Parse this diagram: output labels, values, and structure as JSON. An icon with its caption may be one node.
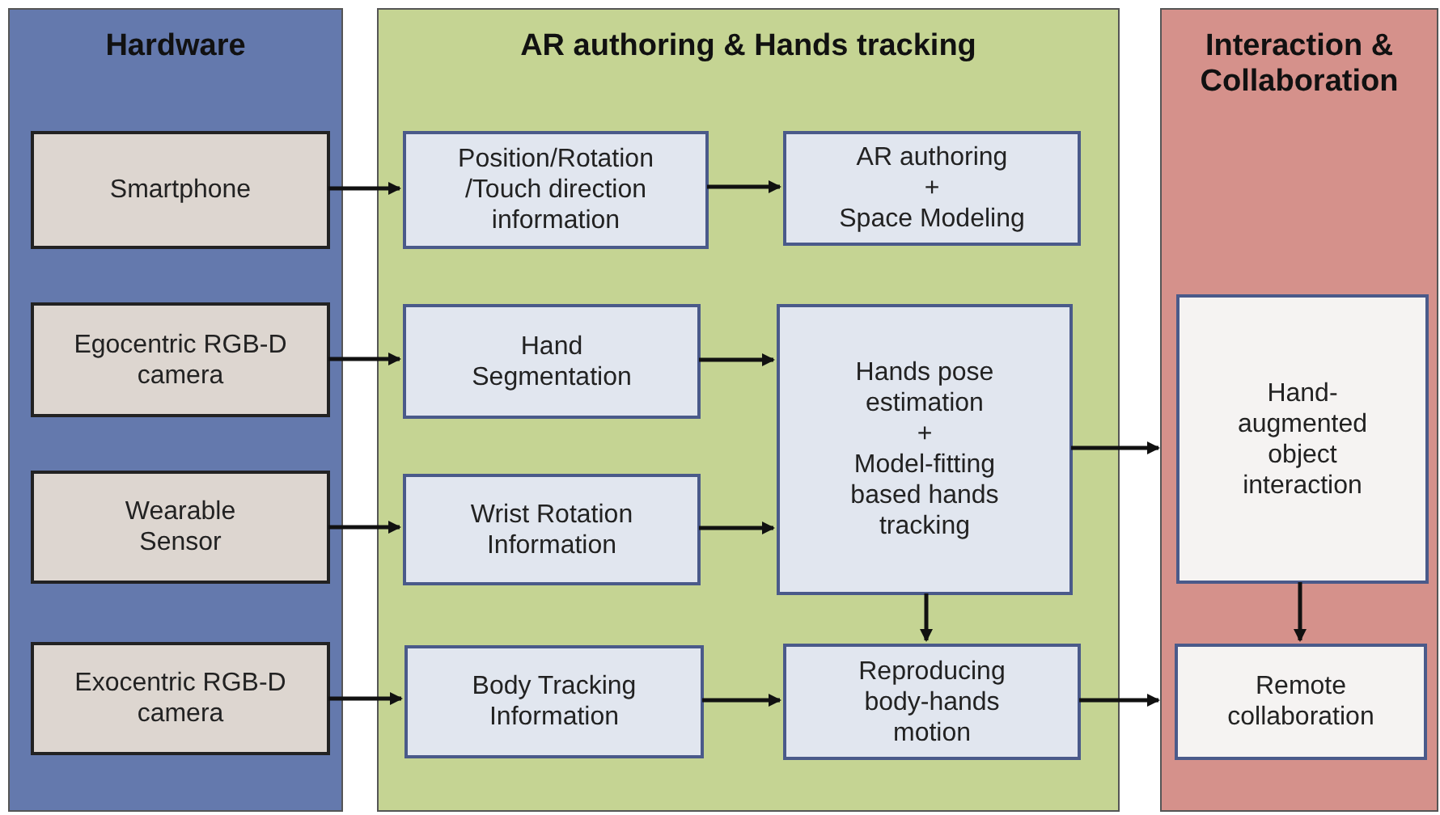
{
  "diagram": {
    "nodes": [
      {
        "text": [
          "Hardware"
        ]
      },
      {
        "text": [
          "Smartphone"
        ],
        "in": 0
      },
      {
        "text": [
          "Egocentric RGB-D camera"
        ],
        "in": 0
      },
      {
        "text": [
          "Wearable Sensor"
        ],
        "in": 0
      },
      {
        "text": [
          "Exocentric RGB-D camera"
        ],
        "in": 0
      },
      {
        "text": [
          "AR authoring & Hands tracking"
        ]
      },
      {
        "text": [
          "Position/Rotation /Touch direction information"
        ],
        "in": 5
      },
      {
        "text": [
          "AR authoring",
          "+",
          "Space Modeling"
        ],
        "in": 5
      },
      {
        "text": [
          "Hand Segmentation"
        ],
        "in": 5
      },
      {
        "text": [
          "Wrist Rotation Information"
        ],
        "in": 5
      },
      {
        "text": [
          "Hands pose estimation",
          "+",
          "Model-fitting based hands tracking"
        ],
        "in": 5
      },
      {
        "text": [
          "Body Tracking Information"
        ],
        "in": 5
      },
      {
        "text": [
          "Reproducing body-hands motion"
        ],
        "in": 5
      },
      {
        "text": [
          "Interaction & Collaboration"
        ]
      },
      {
        "text": [
          "Hand-augmented object interaction"
        ],
        "in": 13
      },
      {
        "text": [
          "Remote collaboration"
        ],
        "in": 13
      }
    ],
    "edges": [
      {
        "from": 1,
        "to": 6,
        "arrow": "to"
      },
      {
        "from": 2,
        "to": 8,
        "arrow": "to"
      },
      {
        "from": 3,
        "to": 9,
        "arrow": "to"
      },
      {
        "from": 4,
        "to": 11,
        "arrow": "to"
      },
      {
        "from": 6,
        "to": 7,
        "arrow": "to"
      },
      {
        "from": 8,
        "to": 10,
        "arrow": "to"
      },
      {
        "from": 9,
        "to": 10,
        "arrow": "to"
      },
      {
        "from": 11,
        "to": 12,
        "arrow": "to"
      },
      {
        "from": 10,
        "to": 12,
        "arrow": "to"
      },
      {
        "from": 10,
        "to": 13,
        "arrow": "to"
      },
      {
        "from": 12,
        "to": 13,
        "arrow": "to"
      },
      {
        "from": 14,
        "to": 15,
        "arrow": "to"
      }
    ]
  }
}
